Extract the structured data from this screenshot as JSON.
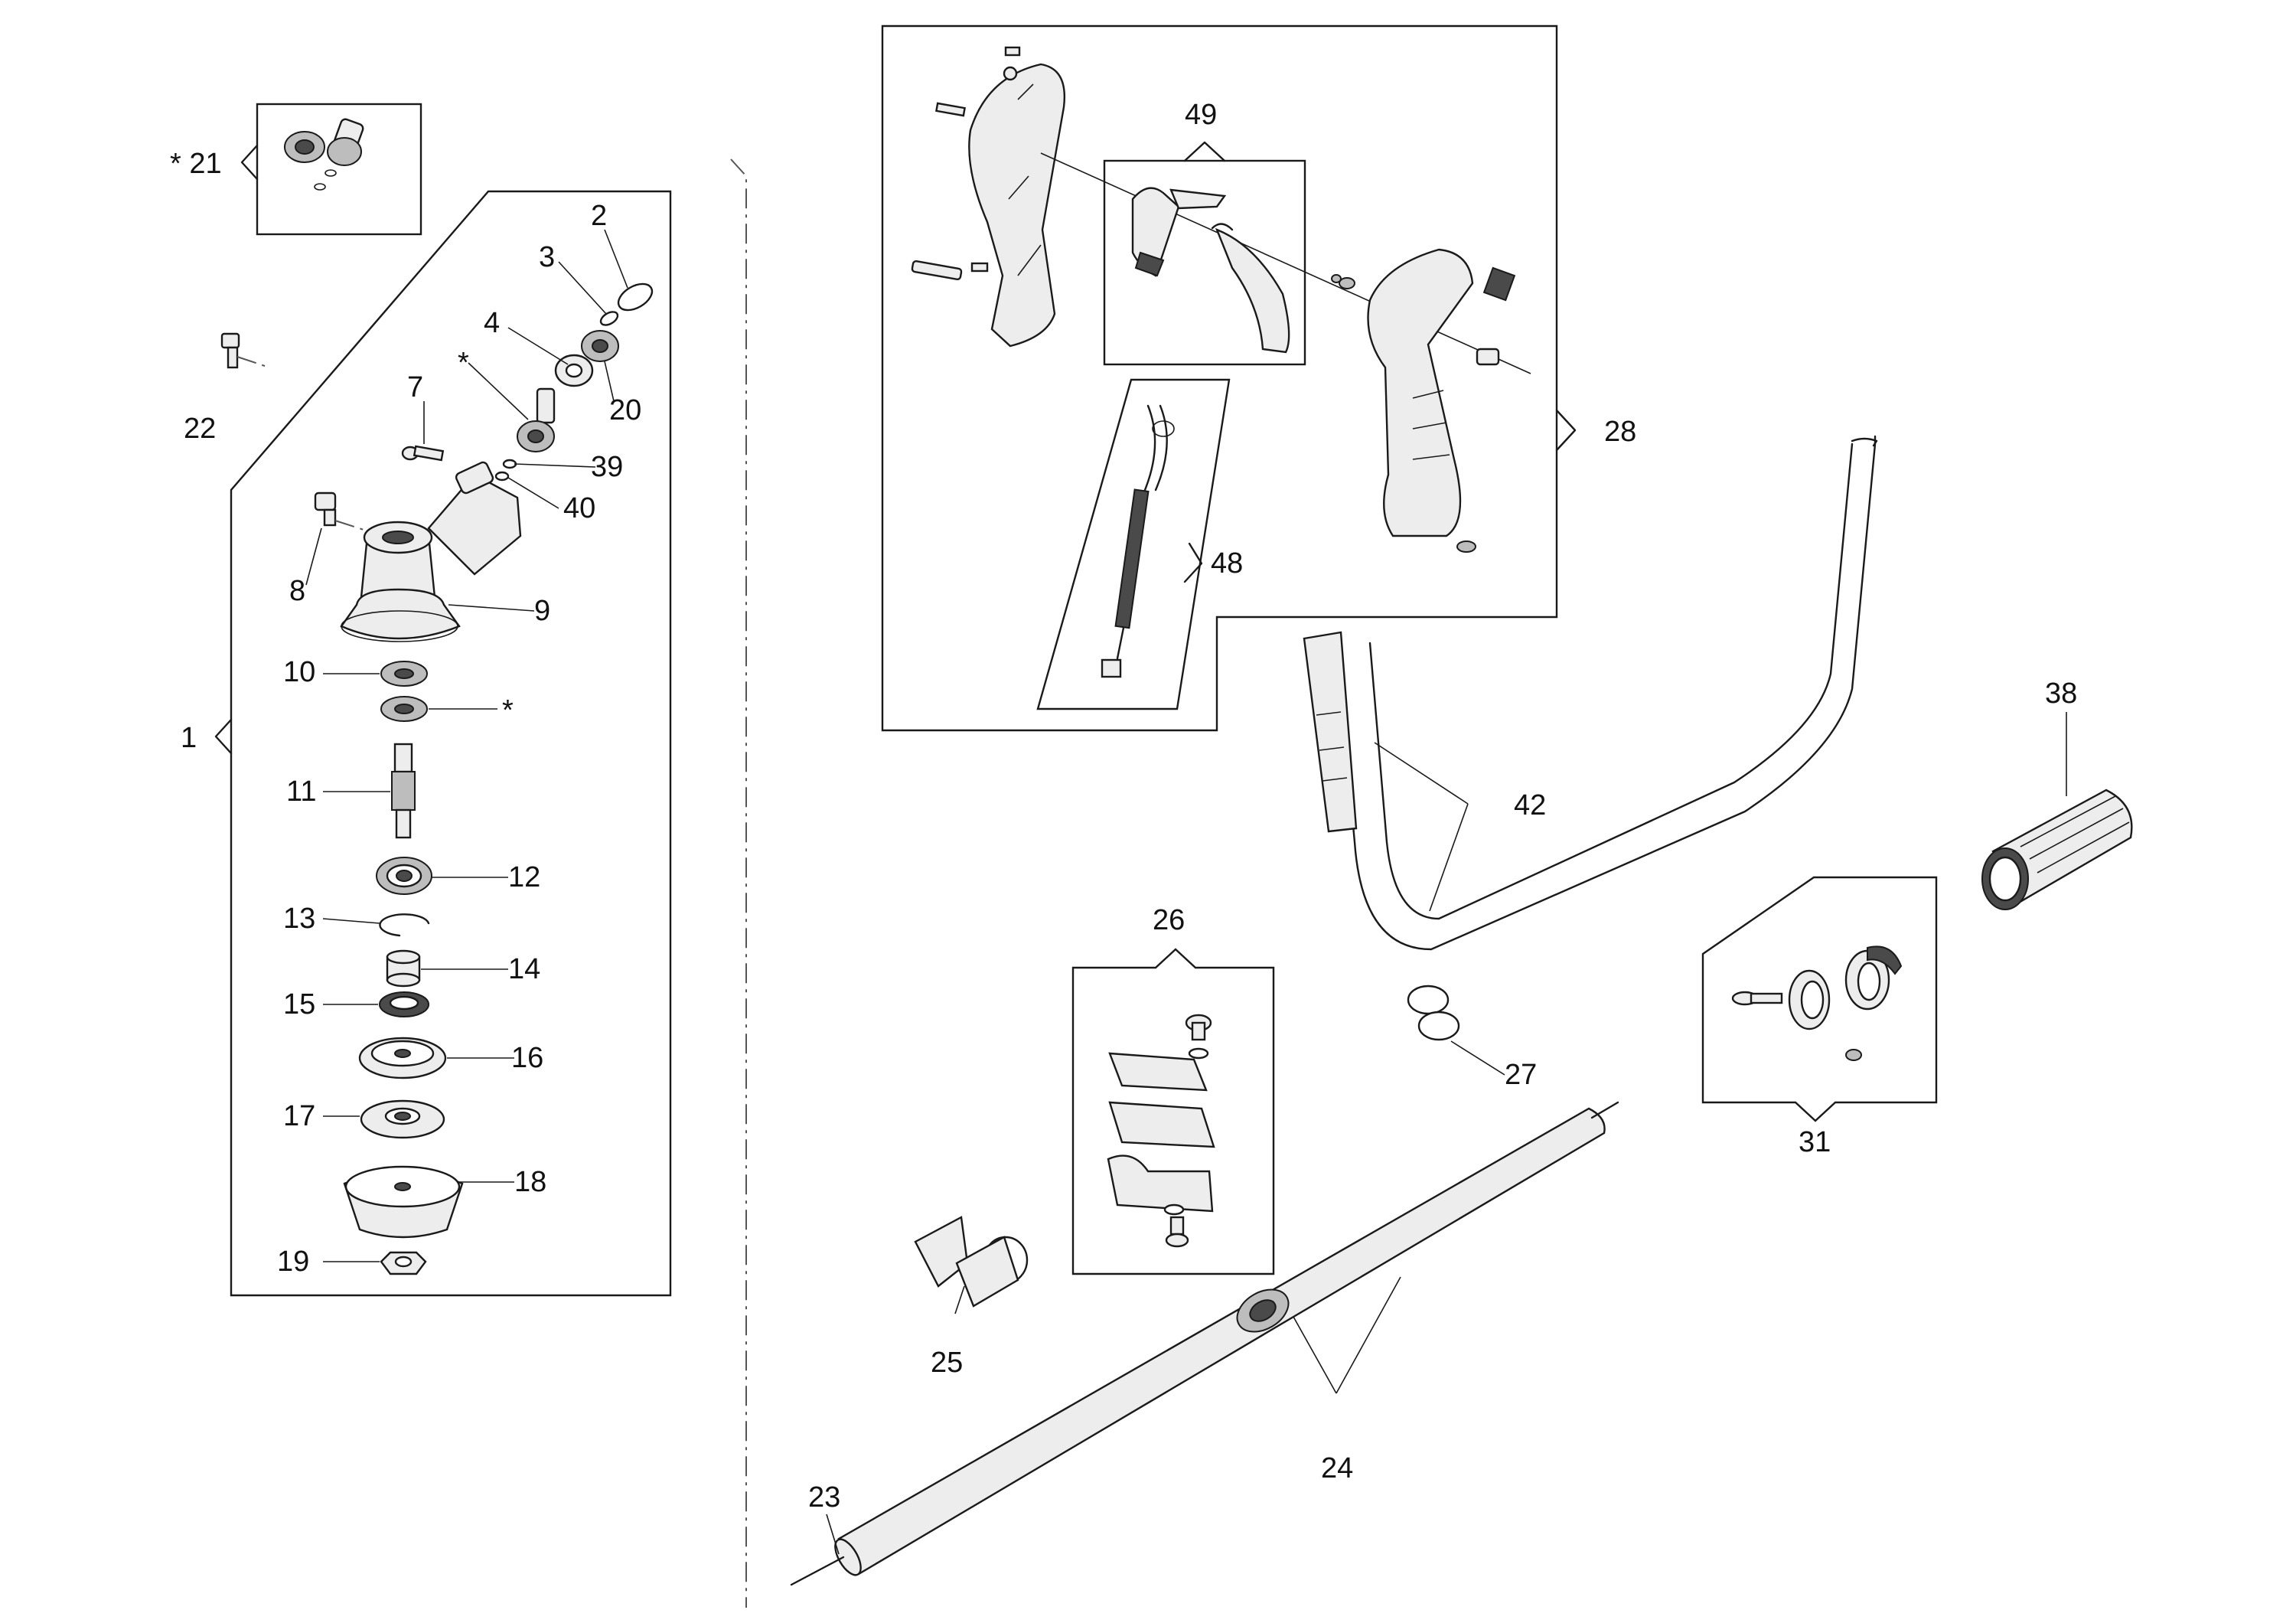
{
  "labels": [
    {
      "id": "1",
      "text": "1"
    },
    {
      "id": "2",
      "text": "2"
    },
    {
      "id": "3",
      "text": "3"
    },
    {
      "id": "4",
      "text": "4"
    },
    {
      "id": "star-4",
      "text": "*"
    },
    {
      "id": "7",
      "text": "7"
    },
    {
      "id": "8",
      "text": "8"
    },
    {
      "id": "9",
      "text": "9"
    },
    {
      "id": "10",
      "text": "10"
    },
    {
      "id": "star-10",
      "text": "*"
    },
    {
      "id": "11",
      "text": "11"
    },
    {
      "id": "12",
      "text": "12"
    },
    {
      "id": "13",
      "text": "13"
    },
    {
      "id": "14",
      "text": "14"
    },
    {
      "id": "15",
      "text": "15"
    },
    {
      "id": "16",
      "text": "16"
    },
    {
      "id": "17",
      "text": "17"
    },
    {
      "id": "18",
      "text": "18"
    },
    {
      "id": "19",
      "text": "19"
    },
    {
      "id": "20",
      "text": "20"
    },
    {
      "id": "21",
      "text": "* 21"
    },
    {
      "id": "22",
      "text": "22"
    },
    {
      "id": "23",
      "text": "23"
    },
    {
      "id": "24",
      "text": "24"
    },
    {
      "id": "25",
      "text": "25"
    },
    {
      "id": "26",
      "text": "26"
    },
    {
      "id": "27",
      "text": "27"
    },
    {
      "id": "28",
      "text": "28"
    },
    {
      "id": "31",
      "text": "31"
    },
    {
      "id": "38",
      "text": "38"
    },
    {
      "id": "39",
      "text": "39"
    },
    {
      "id": "40",
      "text": "40"
    },
    {
      "id": "42",
      "text": "42"
    },
    {
      "id": "48",
      "text": "48"
    },
    {
      "id": "49",
      "text": "49"
    }
  ]
}
